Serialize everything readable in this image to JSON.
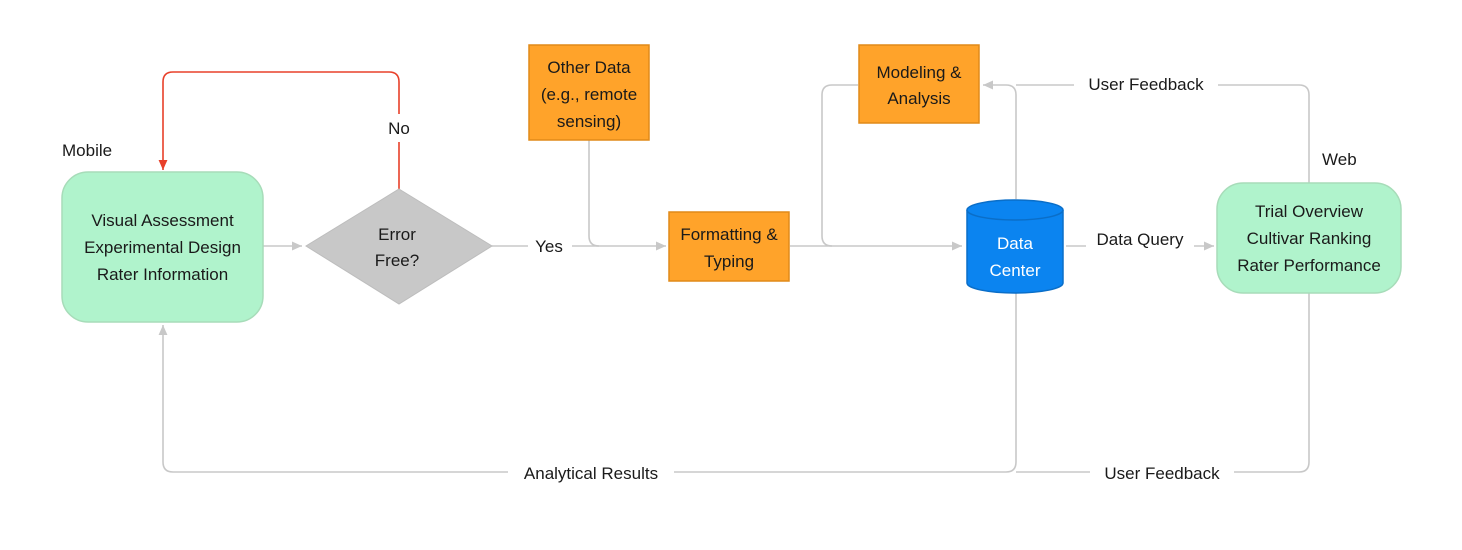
{
  "colors": {
    "green_fill": "#b0f3cc",
    "green_stroke": "#a7dcb9",
    "orange_fill": "#ffa32a",
    "orange_stroke": "#e08a19",
    "gray_fill": "#c8c8c8",
    "blue_fill": "#0b84f0",
    "blue_stroke": "#0a6ec8",
    "connector": "#c8c8c8",
    "error_loop": "#e8402a"
  },
  "nodes": {
    "mobile_app": {
      "section_label": "Mobile",
      "lines": [
        "Visual Assessment",
        "Experimental Design",
        "Rater Information"
      ]
    },
    "error_check": {
      "lines": [
        "Error",
        "Free?"
      ]
    },
    "other_data": {
      "lines": [
        "Other Data",
        "(e.g., remote",
        "sensing)"
      ]
    },
    "formatting": {
      "lines": [
        "Formatting &",
        "Typing"
      ]
    },
    "modeling": {
      "lines": [
        "Modeling &",
        "Analysis"
      ]
    },
    "data_center": {
      "lines": [
        "Data",
        "Center"
      ]
    },
    "web_app": {
      "section_label": "Web",
      "lines": [
        "Trial Overview",
        "Cultivar Ranking",
        "Rater Performance"
      ]
    }
  },
  "edges": {
    "no_label": "No",
    "yes_label": "Yes",
    "data_query_label": "Data Query",
    "user_feedback_top_label": "User Feedback",
    "user_feedback_bottom_label": "User Feedback",
    "analytical_results_label": "Analytical Results"
  }
}
